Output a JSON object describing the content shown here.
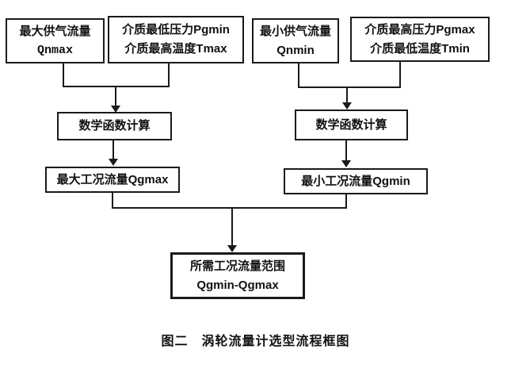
{
  "figure": {
    "caption": "图二　涡轮流量计选型流程框图"
  },
  "boxes": {
    "qnmax": {
      "lines": [
        "最大供气流量",
        "Qnmax"
      ]
    },
    "pgmin": {
      "lines": [
        "介质最低压力Pgmin",
        "介质最高温度Tmax"
      ]
    },
    "qnmin": {
      "lines": [
        "最小供气流量",
        "Qnmin"
      ]
    },
    "pgmax": {
      "lines": [
        "介质最高压力Pgmax",
        "介质最低温度Tmin"
      ]
    },
    "calc_left": {
      "lines": [
        "数学函数计算"
      ]
    },
    "calc_right": {
      "lines": [
        "数学函数计算"
      ]
    },
    "qgmax": {
      "lines": [
        "最大工况流量Qgmax"
      ]
    },
    "qgmin": {
      "lines": [
        "最小工况流量Qgmin"
      ]
    },
    "range": {
      "lines": [
        "所需工况流量范围",
        "Qgmin-Qgmax"
      ]
    }
  },
  "colors": {
    "background": "#ffffff",
    "border": "#1a1a1a",
    "text": "#111111"
  }
}
